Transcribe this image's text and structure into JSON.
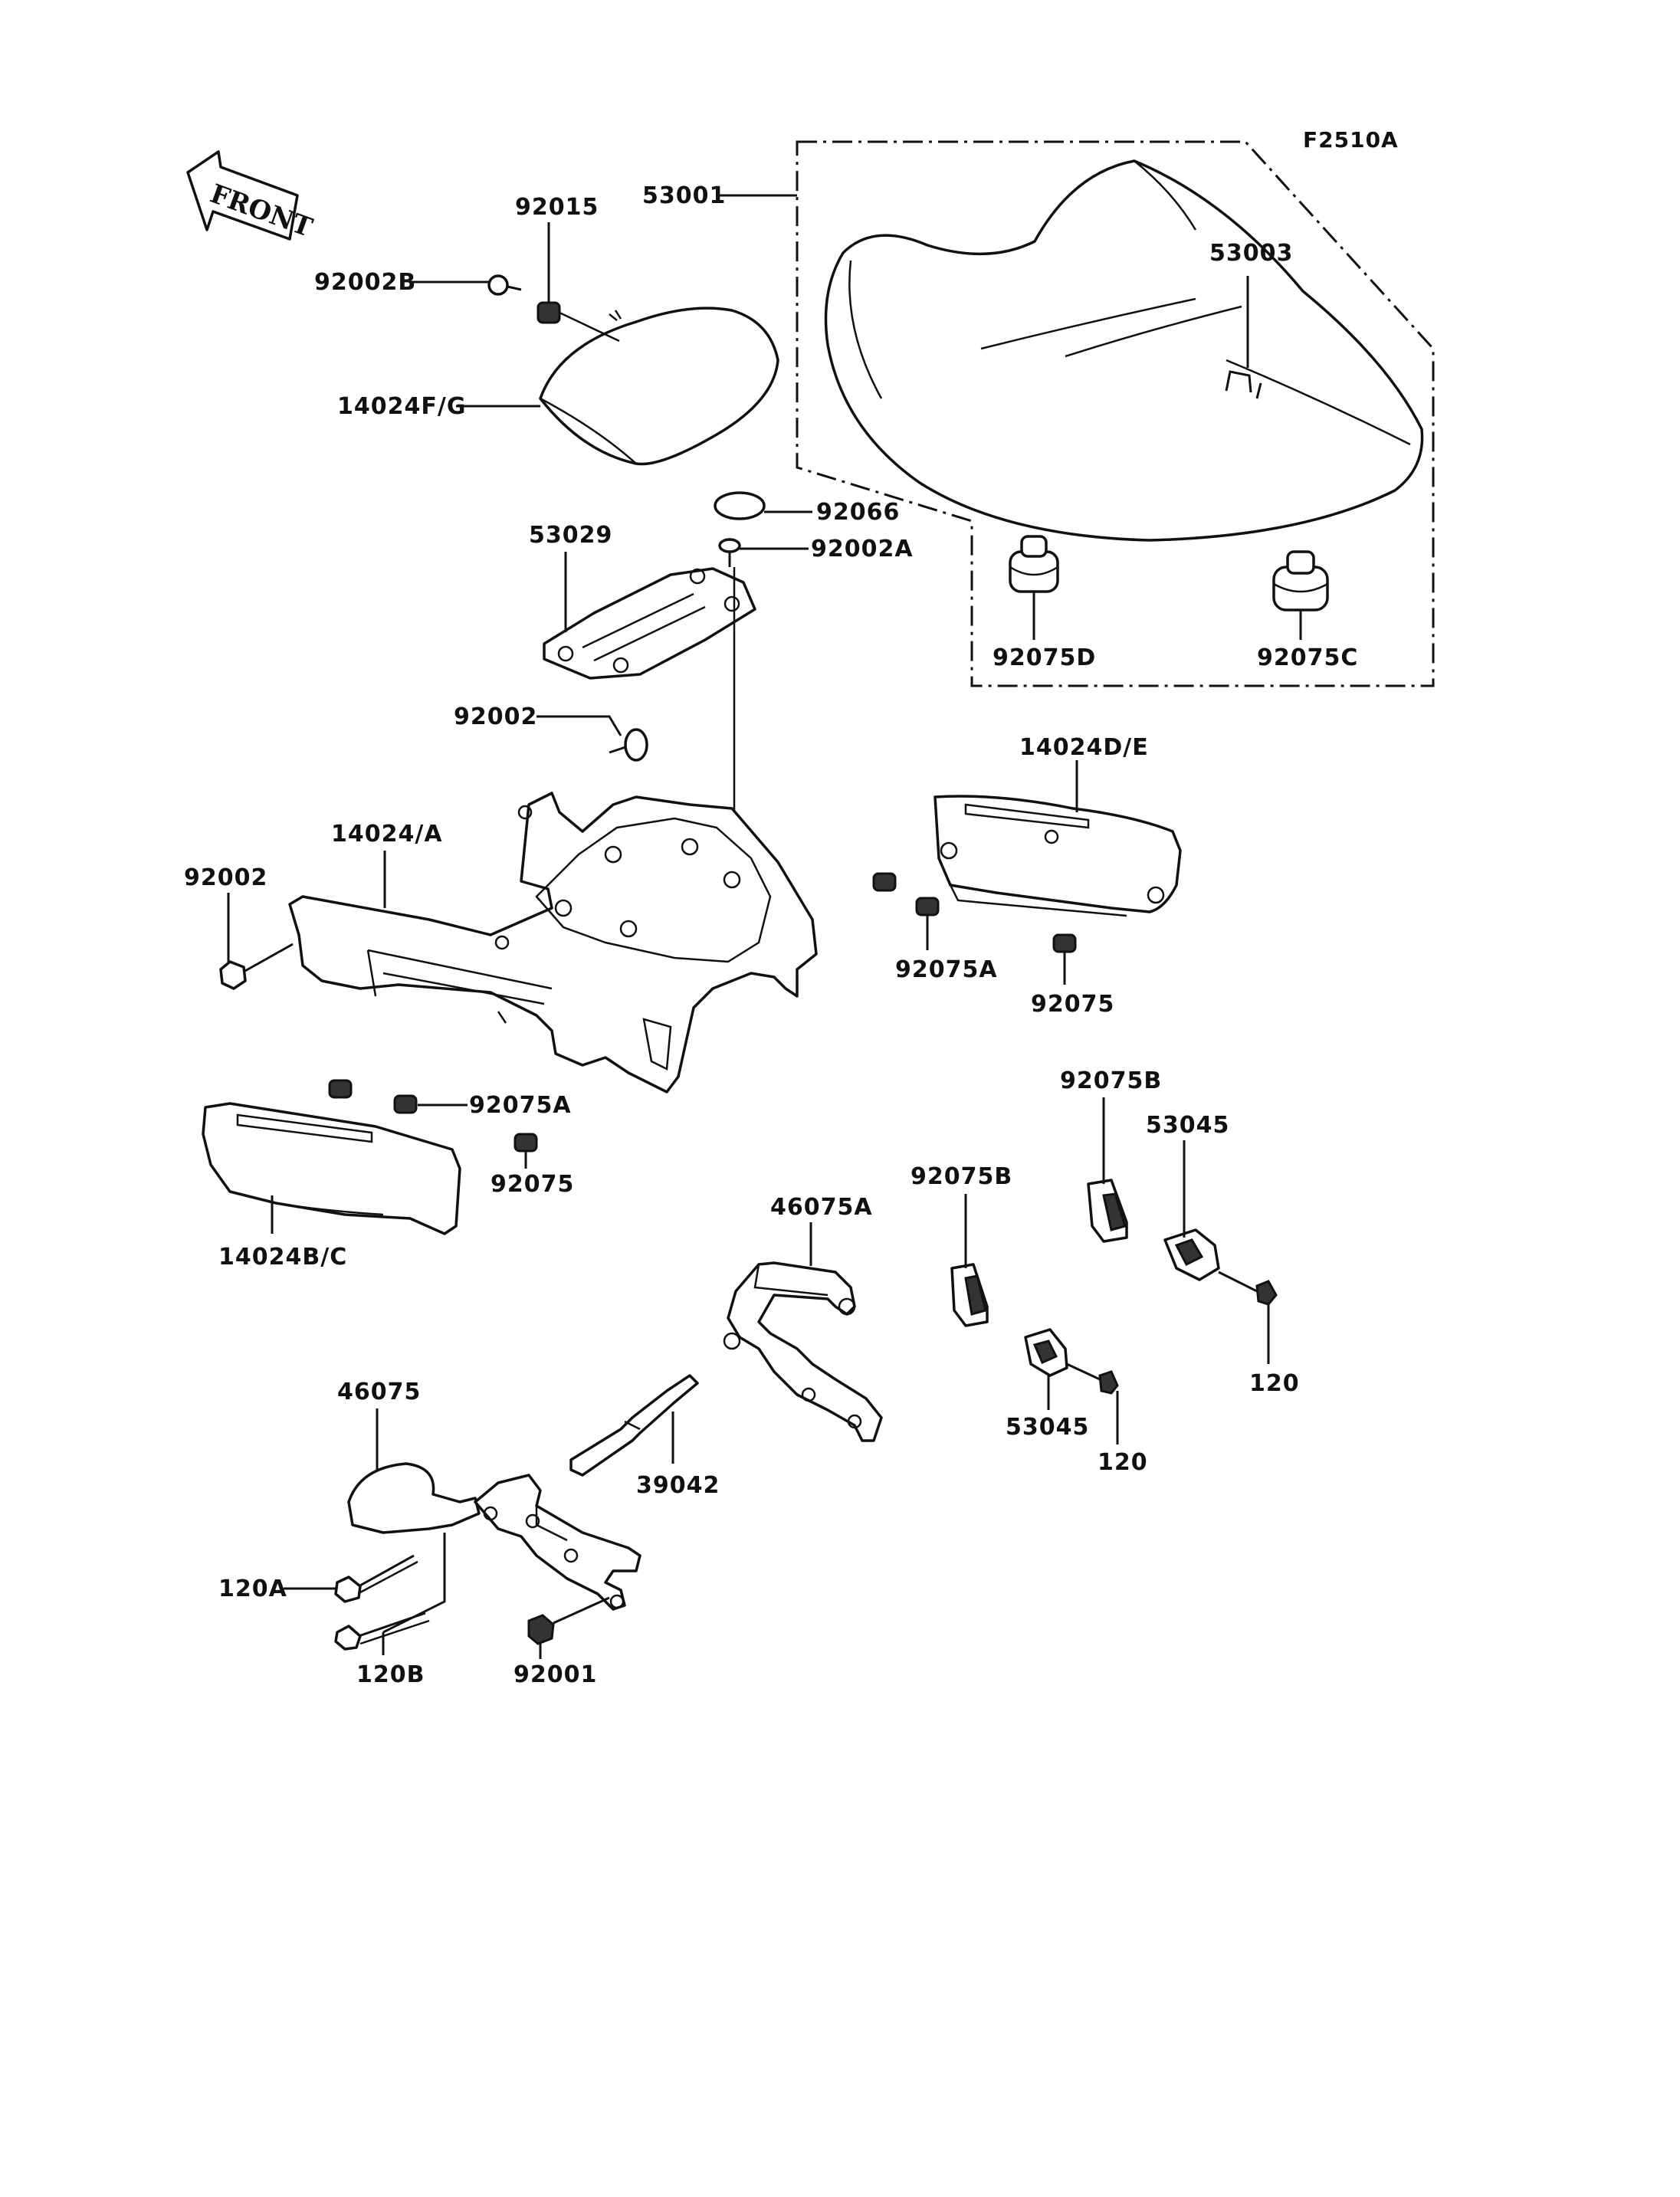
{
  "diagram": {
    "reference_code": "F2510A",
    "front_arrow_text": "FRONT",
    "labels": {
      "p53001": "53001",
      "p53003": "53003",
      "p92015": "92015",
      "p92002B": "92002B",
      "p14024FG": "14024F/G",
      "p92066": "92066",
      "p92002A": "92002A",
      "p53029": "53029",
      "p92075D": "92075D",
      "p92075C": "92075C",
      "p92002_upper": "92002",
      "p14024DE": "14024D/E",
      "p14024A": "14024/A",
      "p92002_left": "92002",
      "p92075A_right": "92075A",
      "p92075_right": "92075",
      "p92075A_left": "92075A",
      "p92075_left": "92075",
      "p14024BC": "14024B/C",
      "p92075B_upper": "92075B",
      "p53045_upper": "53045",
      "p92075B_lower": "92075B",
      "p46075A": "46075A",
      "p120_upper": "120",
      "p46075": "46075",
      "p53045_lower": "53045",
      "p120_lower": "120",
      "p39042": "39042",
      "p120A": "120A",
      "p120B": "120B",
      "p92001": "92001"
    }
  }
}
